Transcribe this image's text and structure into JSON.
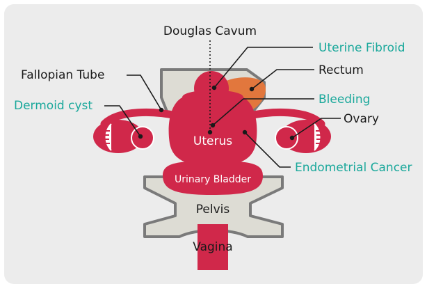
{
  "diagram": {
    "labels": {
      "douglas_cavum": "Douglas Cavum",
      "uterine_fibroid": "Uterine Fibroid",
      "fallopian_tube": "Fallopian Tube",
      "rectum": "Rectum",
      "dermoid_cyst": "Dermoid cyst",
      "bleeding": "Bleeding",
      "ovary": "Ovary",
      "uterus": "Uterus",
      "endometrial_cancer": "Endometrial Cancer",
      "urinary_bladder": "Urinary Bladder",
      "pelvis": "Pelvis",
      "vagina": "Vagina"
    },
    "colors": {
      "panel_background": "#ececec",
      "organ_red": "#d0284a",
      "rectum_orange": "#e2773d",
      "bone_fill": "#dddcd4",
      "bone_outline": "#7a7a7a",
      "label_dark": "#1a1a1a",
      "label_teal": "#1aa89b"
    }
  }
}
